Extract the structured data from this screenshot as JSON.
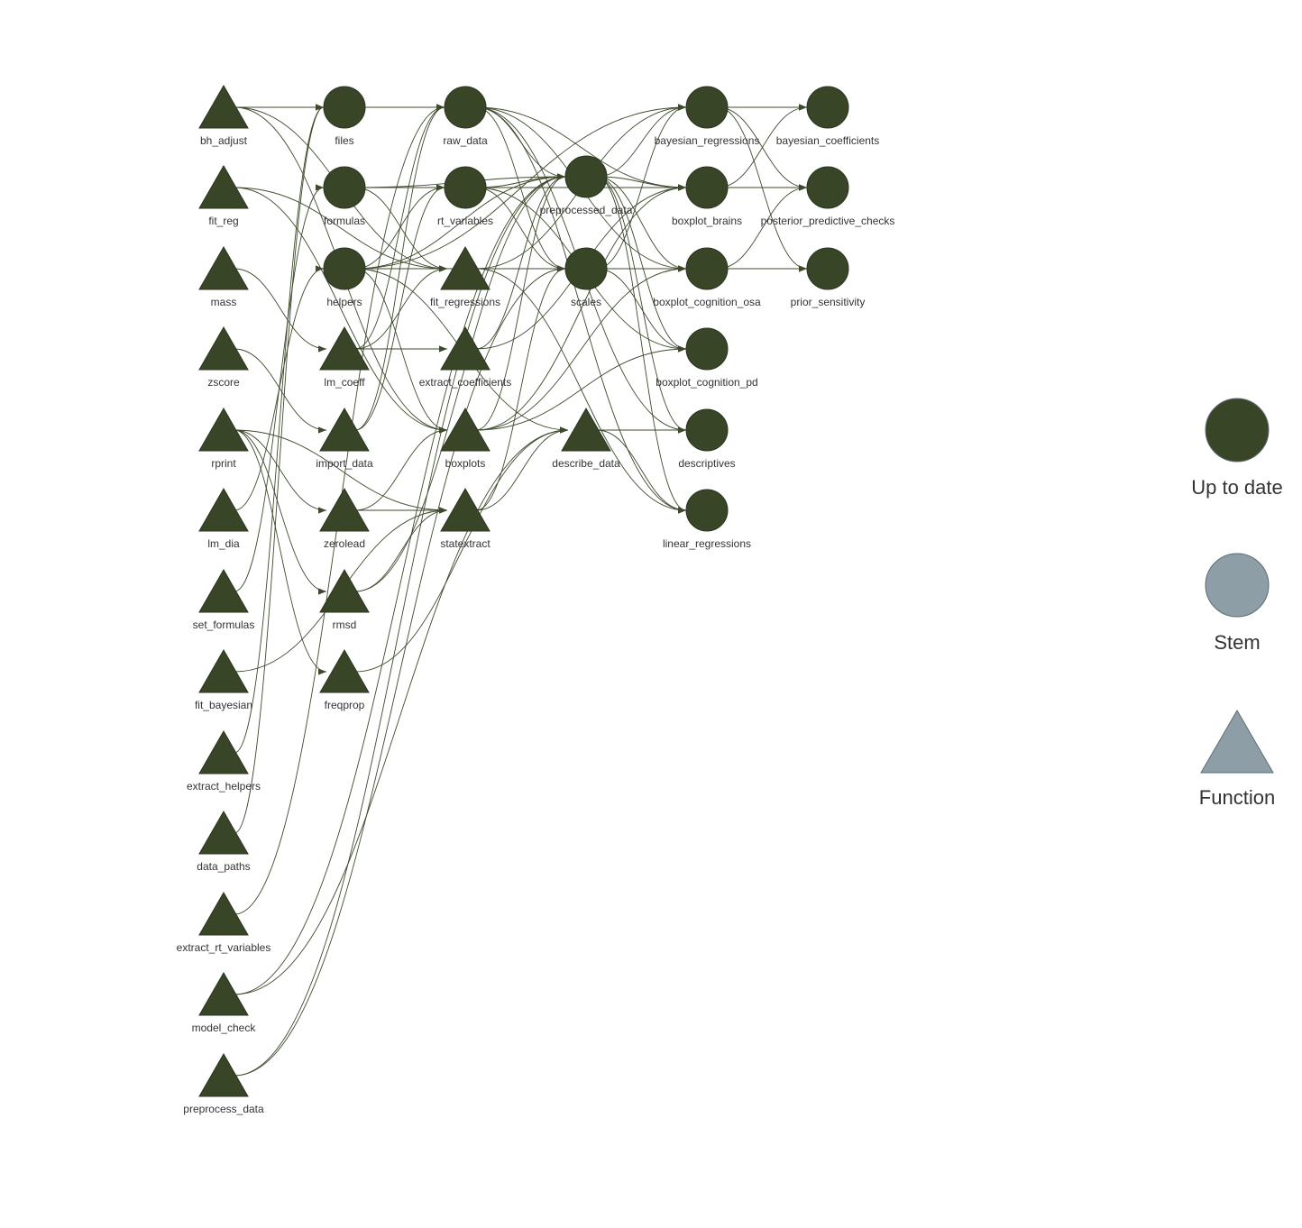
{
  "colors": {
    "up_to_date": "#384527",
    "stem": "#8e9ea6",
    "function": "#8e9ea6",
    "edge": "#3d4a2c",
    "label": "#333333"
  },
  "legend": [
    {
      "label": "Up to date",
      "shape": "circle",
      "color": "#384527"
    },
    {
      "label": "Stem",
      "shape": "circle",
      "color": "#8e9ea6"
    },
    {
      "label": "Function",
      "shape": "triangle",
      "color": "#8e9ea6"
    }
  ],
  "nodes": [
    {
      "id": "bh_adjust",
      "shape": "triangle",
      "status": "up_to_date"
    },
    {
      "id": "fit_reg",
      "shape": "triangle",
      "status": "up_to_date"
    },
    {
      "id": "mass",
      "shape": "triangle",
      "status": "up_to_date"
    },
    {
      "id": "zscore",
      "shape": "triangle",
      "status": "up_to_date"
    },
    {
      "id": "rprint",
      "shape": "triangle",
      "status": "up_to_date"
    },
    {
      "id": "lm_dia",
      "shape": "triangle",
      "status": "up_to_date"
    },
    {
      "id": "set_formulas",
      "shape": "triangle",
      "status": "up_to_date"
    },
    {
      "id": "fit_bayesian",
      "shape": "triangle",
      "status": "up_to_date"
    },
    {
      "id": "extract_helpers",
      "shape": "triangle",
      "status": "up_to_date"
    },
    {
      "id": "data_paths",
      "shape": "triangle",
      "status": "up_to_date"
    },
    {
      "id": "extract_rt_variables",
      "shape": "triangle",
      "status": "up_to_date"
    },
    {
      "id": "model_check",
      "shape": "triangle",
      "status": "up_to_date"
    },
    {
      "id": "preprocess_data",
      "shape": "triangle",
      "status": "up_to_date"
    },
    {
      "id": "files",
      "shape": "circle",
      "status": "up_to_date"
    },
    {
      "id": "formulas",
      "shape": "circle",
      "status": "up_to_date"
    },
    {
      "id": "helpers",
      "shape": "circle",
      "status": "up_to_date"
    },
    {
      "id": "lm_coeff",
      "shape": "triangle",
      "status": "up_to_date"
    },
    {
      "id": "import_data",
      "shape": "triangle",
      "status": "up_to_date"
    },
    {
      "id": "zerolead",
      "shape": "triangle",
      "status": "up_to_date"
    },
    {
      "id": "rmsd",
      "shape": "triangle",
      "status": "up_to_date"
    },
    {
      "id": "freqprop",
      "shape": "triangle",
      "status": "up_to_date"
    },
    {
      "id": "raw_data",
      "shape": "circle",
      "status": "up_to_date"
    },
    {
      "id": "rt_variables",
      "shape": "circle",
      "status": "up_to_date"
    },
    {
      "id": "fit_regressions",
      "shape": "triangle",
      "status": "up_to_date"
    },
    {
      "id": "extract_coefficients",
      "shape": "triangle",
      "status": "up_to_date"
    },
    {
      "id": "boxplots",
      "shape": "triangle",
      "status": "up_to_date"
    },
    {
      "id": "statextract",
      "shape": "triangle",
      "status": "up_to_date"
    },
    {
      "id": "preprocessed_data",
      "shape": "circle",
      "status": "up_to_date"
    },
    {
      "id": "scales",
      "shape": "circle",
      "status": "up_to_date"
    },
    {
      "id": "describe_data",
      "shape": "triangle",
      "status": "up_to_date"
    },
    {
      "id": "bayesian_regressions",
      "shape": "circle",
      "status": "up_to_date"
    },
    {
      "id": "boxplot_brains",
      "shape": "circle",
      "status": "up_to_date"
    },
    {
      "id": "boxplot_cognition_osa",
      "shape": "circle",
      "status": "up_to_date"
    },
    {
      "id": "boxplot_cognition_pd",
      "shape": "circle",
      "status": "up_to_date"
    },
    {
      "id": "descriptives",
      "shape": "circle",
      "status": "up_to_date"
    },
    {
      "id": "linear_regressions",
      "shape": "circle",
      "status": "up_to_date"
    },
    {
      "id": "bayesian_coefficients",
      "shape": "circle",
      "status": "up_to_date"
    },
    {
      "id": "posterior_predictive_checks",
      "shape": "circle",
      "status": "up_to_date"
    },
    {
      "id": "prior_sensitivity",
      "shape": "circle",
      "status": "up_to_date"
    }
  ],
  "edges": [
    [
      "bh_adjust",
      "fit_regressions"
    ],
    [
      "bh_adjust",
      "boxplots"
    ],
    [
      "bh_adjust",
      "raw_data"
    ],
    [
      "fit_reg",
      "fit_regressions"
    ],
    [
      "fit_reg",
      "boxplots"
    ],
    [
      "mass",
      "lm_coeff"
    ],
    [
      "zscore",
      "import_data"
    ],
    [
      "rprint",
      "zerolead"
    ],
    [
      "rprint",
      "rmsd"
    ],
    [
      "rprint",
      "freqprop"
    ],
    [
      "rprint",
      "statextract"
    ],
    [
      "lm_dia",
      "helpers"
    ],
    [
      "set_formulas",
      "formulas"
    ],
    [
      "fit_bayesian",
      "statextract"
    ],
    [
      "extract_helpers",
      "files"
    ],
    [
      "data_paths",
      "files"
    ],
    [
      "extract_rt_variables",
      "raw_data"
    ],
    [
      "model_check",
      "preprocessed_data"
    ],
    [
      "model_check",
      "describe_data"
    ],
    [
      "preprocess_data",
      "preprocessed_data"
    ],
    [
      "preprocess_data",
      "scales"
    ],
    [
      "files",
      "raw_data"
    ],
    [
      "formulas",
      "fit_regressions"
    ],
    [
      "formulas",
      "rt_variables"
    ],
    [
      "formulas",
      "preprocessed_data"
    ],
    [
      "formulas",
      "boxplot_brains"
    ],
    [
      "helpers",
      "fit_regressions"
    ],
    [
      "helpers",
      "rt_variables"
    ],
    [
      "helpers",
      "preprocessed_data"
    ],
    [
      "helpers",
      "scales"
    ],
    [
      "helpers",
      "boxplots"
    ],
    [
      "helpers",
      "boxplot_cognition_osa"
    ],
    [
      "helpers",
      "bayesian_regressions"
    ],
    [
      "helpers",
      "describe_data"
    ],
    [
      "lm_coeff",
      "extract_coefficients"
    ],
    [
      "lm_coeff",
      "fit_regressions"
    ],
    [
      "lm_coeff",
      "raw_data"
    ],
    [
      "import_data",
      "raw_data"
    ],
    [
      "import_data",
      "rt_variables"
    ],
    [
      "zerolead",
      "statextract"
    ],
    [
      "zerolead",
      "boxplots"
    ],
    [
      "rmsd",
      "statextract"
    ],
    [
      "rmsd",
      "preprocessed_data"
    ],
    [
      "freqprop",
      "describe_data"
    ],
    [
      "raw_data",
      "preprocessed_data"
    ],
    [
      "raw_data",
      "scales"
    ],
    [
      "raw_data",
      "boxplot_brains"
    ],
    [
      "raw_data",
      "boxplot_cognition_osa"
    ],
    [
      "raw_data",
      "descriptives"
    ],
    [
      "raw_data",
      "linear_regressions"
    ],
    [
      "rt_variables",
      "preprocessed_data"
    ],
    [
      "rt_variables",
      "scales"
    ],
    [
      "rt_variables",
      "boxplot_cognition_pd"
    ],
    [
      "fit_regressions",
      "scales"
    ],
    [
      "fit_regressions",
      "bayesian_regressions"
    ],
    [
      "fit_regressions",
      "linear_regressions"
    ],
    [
      "extract_coefficients",
      "boxplot_brains"
    ],
    [
      "extract_coefficients",
      "preprocessed_data"
    ],
    [
      "boxplots",
      "boxplot_brains"
    ],
    [
      "boxplots",
      "boxplot_cognition_osa"
    ],
    [
      "boxplots",
      "boxplot_cognition_pd"
    ],
    [
      "boxplots",
      "preprocessed_data"
    ],
    [
      "statextract",
      "describe_data"
    ],
    [
      "statextract",
      "scales"
    ],
    [
      "preprocessed_data",
      "bayesian_regressions"
    ],
    [
      "preprocessed_data",
      "boxplot_brains"
    ],
    [
      "preprocessed_data",
      "boxplot_cognition_osa"
    ],
    [
      "preprocessed_data",
      "boxplot_cognition_pd"
    ],
    [
      "preprocessed_data",
      "descriptives"
    ],
    [
      "preprocessed_data",
      "linear_regressions"
    ],
    [
      "scales",
      "boxplot_cognition_osa"
    ],
    [
      "scales",
      "boxplot_cognition_pd"
    ],
    [
      "scales",
      "bayesian_regressions"
    ],
    [
      "describe_data",
      "descriptives"
    ],
    [
      "describe_data",
      "linear_regressions"
    ],
    [
      "bayesian_regressions",
      "bayesian_coefficients"
    ],
    [
      "bayesian_regressions",
      "posterior_predictive_checks"
    ],
    [
      "bayesian_regressions",
      "prior_sensitivity"
    ],
    [
      "boxplot_brains",
      "posterior_predictive_checks"
    ],
    [
      "boxplot_cognition_osa",
      "prior_sensitivity"
    ],
    [
      "boxplot_cognition_osa",
      "posterior_predictive_checks"
    ],
    [
      "boxplot_brains",
      "bayesian_coefficients"
    ]
  ]
}
